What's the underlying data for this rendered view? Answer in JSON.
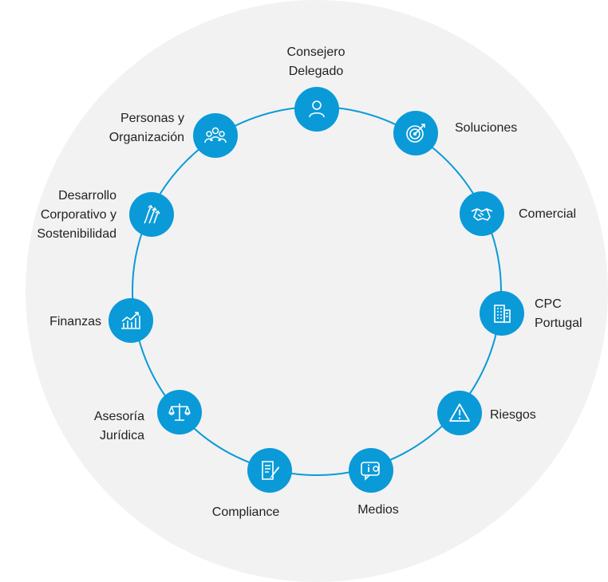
{
  "colors": {
    "accent": "#0a9ad8",
    "ring": "#0a9ad8",
    "background_disc": "#f2f2f2",
    "text": "#222222"
  },
  "departments": [
    {
      "id": "consejero",
      "icon": "person-icon",
      "lines": [
        "Consejero",
        "Delegado"
      ]
    },
    {
      "id": "soluciones",
      "icon": "target-icon",
      "lines": [
        "Soluciones"
      ]
    },
    {
      "id": "comercial",
      "icon": "handshake-icon",
      "lines": [
        "Comercial"
      ]
    },
    {
      "id": "cpc-portugal",
      "icon": "building-icon",
      "lines": [
        "CPC",
        "Portugal"
      ]
    },
    {
      "id": "riesgos",
      "icon": "warning-icon",
      "lines": [
        "Riesgos"
      ]
    },
    {
      "id": "medios",
      "icon": "info-chat-icon",
      "lines": [
        "Medios"
      ]
    },
    {
      "id": "compliance",
      "icon": "document-pen-icon",
      "lines": [
        "Compliance"
      ]
    },
    {
      "id": "asesoria",
      "icon": "scales-icon",
      "lines": [
        "Asesoría",
        "Jurídica"
      ]
    },
    {
      "id": "finanzas",
      "icon": "chart-growth-icon",
      "lines": [
        "Finanzas"
      ]
    },
    {
      "id": "desarrollo",
      "icon": "growth-arrows-icon",
      "lines": [
        "Desarrollo",
        "Corporativo y",
        "Sostenibilidad"
      ]
    },
    {
      "id": "personas",
      "icon": "people-group-icon",
      "lines": [
        "Personas y",
        "Organización"
      ]
    }
  ]
}
